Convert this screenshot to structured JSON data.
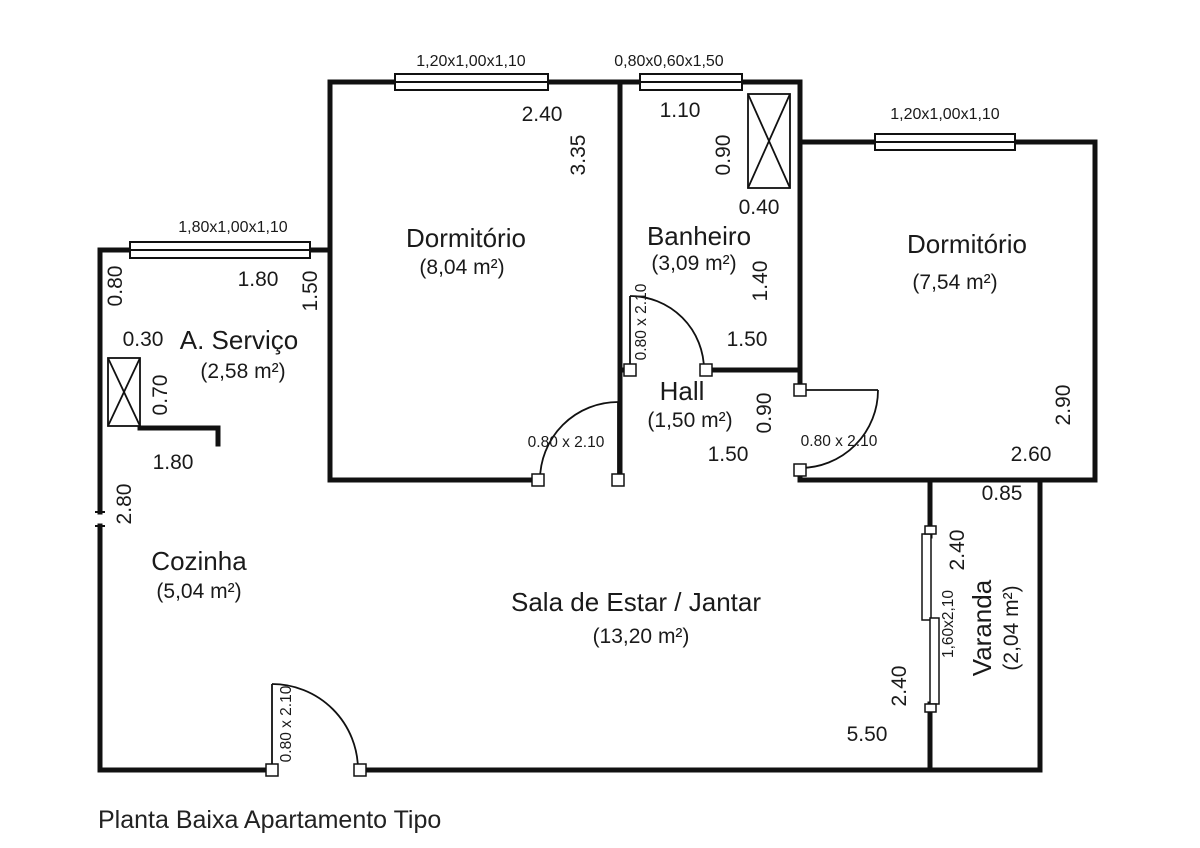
{
  "title": "Planta Baixa Apartamento Tipo",
  "rooms": {
    "dorm1": {
      "name": "Dormitório",
      "area": "(8,04 m²)"
    },
    "banheiro": {
      "name": "Banheiro",
      "area": "(3,09 m²)"
    },
    "dorm2": {
      "name": "Dormitório",
      "area": "(7,54 m²)"
    },
    "servico": {
      "name": "A. Serviço",
      "area": "(2,58 m²)"
    },
    "hall": {
      "name": "Hall",
      "area": "(1,50 m²)"
    },
    "cozinha": {
      "name": "Cozinha",
      "area": "(5,04 m²)"
    },
    "sala": {
      "name": "Sala de Estar / Jantar",
      "area": "(13,20 m²)"
    },
    "varanda": {
      "name": "Varanda",
      "area": "(2,04 m²)"
    }
  },
  "windows": {
    "dorm1": "1,20x1,00x1,10",
    "banheiro": "0,80x0,60x1,50",
    "dorm2": "1,20x1,00x1,10",
    "servico": "1,80x1,00x1,10"
  },
  "doors": {
    "standard": "0.80 x 2.10",
    "varanda": "1,60x2,10"
  },
  "dimensions": {
    "dorm1_width": "2.40",
    "dorm1_depth": "3.35",
    "banheiro_width": "1.10",
    "banheiro_depth_upper": "0.90",
    "shaft_width": "0.40",
    "banheiro_depth_lower": "1.40",
    "banheiro_span": "1.50",
    "servico_window_span": "1.80",
    "servico_wall_left": "0.80",
    "servico_depth": "1.50",
    "servico_shaft_width": "0.30",
    "servico_shaft_depth": "0.70",
    "servico_opening": "1.80",
    "kitchen_wall": "2.80",
    "hall_width": "0.90",
    "hall_length": "1.50",
    "dorm2_depth": "2.90",
    "dorm2_width": "2.60",
    "varanda_width": "0.85",
    "varanda_depth_upper": "2.40",
    "sala_depth_lower": "2.40",
    "sala_width": "5.50"
  }
}
